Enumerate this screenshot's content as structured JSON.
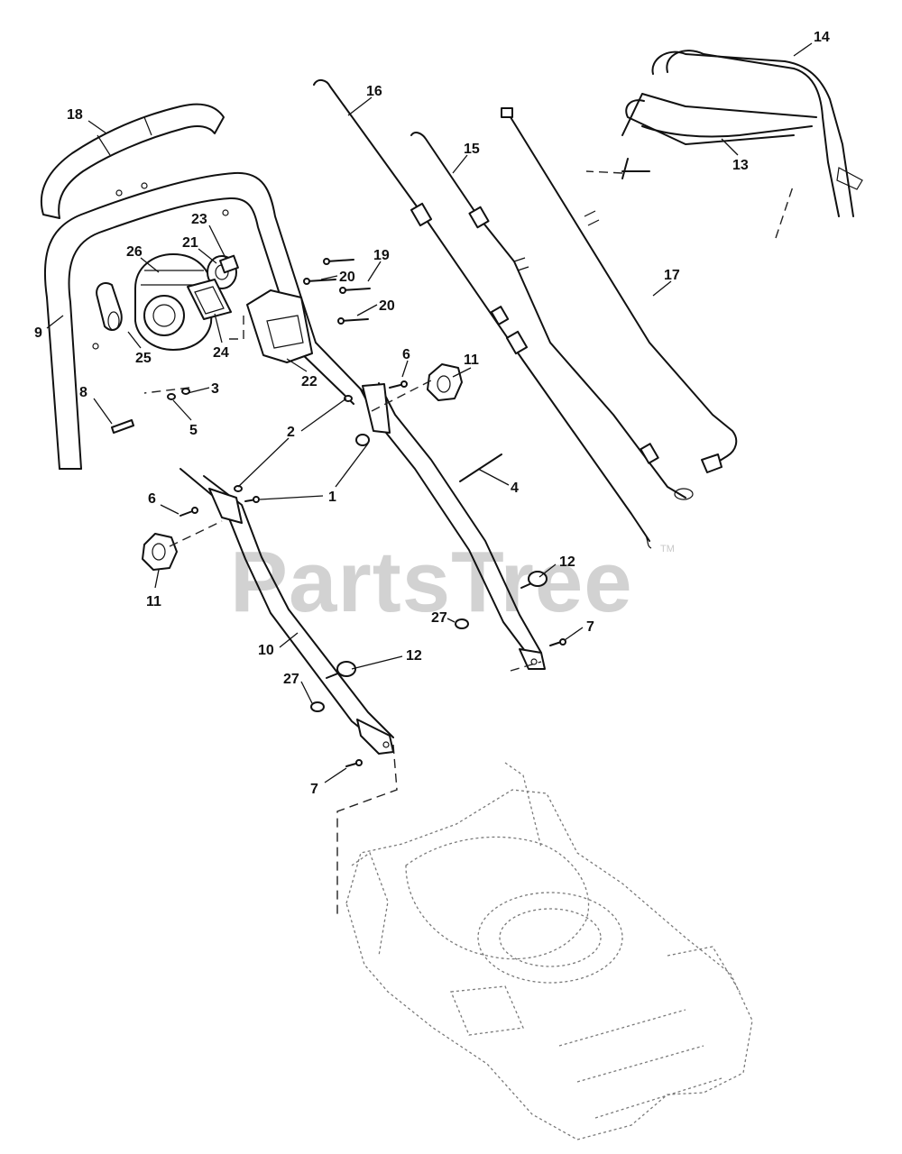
{
  "watermark": {
    "text": "PartsTree",
    "tm": "TM"
  },
  "callouts": [
    {
      "id": "c18",
      "label": "18",
      "part": "handle-grip"
    },
    {
      "id": "c16",
      "label": "16",
      "part": "control-cable"
    },
    {
      "id": "c15",
      "label": "15",
      "part": "drive-cable"
    },
    {
      "id": "c14",
      "label": "14",
      "part": "bail-handle"
    },
    {
      "id": "c13",
      "label": "13",
      "part": "wire-harness"
    },
    {
      "id": "c23",
      "label": "23",
      "part": "switch"
    },
    {
      "id": "c21",
      "label": "21",
      "part": "control-knob"
    },
    {
      "id": "c26",
      "label": "26",
      "part": "control-housing"
    },
    {
      "id": "c19",
      "label": "19",
      "part": "screw"
    },
    {
      "id": "c20a",
      "label": "20",
      "part": "screw"
    },
    {
      "id": "c20b",
      "label": "20",
      "part": "screw"
    },
    {
      "id": "c17",
      "label": "17",
      "part": "throttle-cable"
    },
    {
      "id": "c9",
      "label": "9",
      "part": "upper-handle"
    },
    {
      "id": "c25",
      "label": "25",
      "part": "cable-clip"
    },
    {
      "id": "c24",
      "label": "24",
      "part": "bracket"
    },
    {
      "id": "c22",
      "label": "22",
      "part": "control-box"
    },
    {
      "id": "c6a",
      "label": "6",
      "part": "bolt"
    },
    {
      "id": "c11a",
      "label": "11",
      "part": "handle-knob"
    },
    {
      "id": "c3",
      "label": "3",
      "part": "nut"
    },
    {
      "id": "c5",
      "label": "5",
      "part": "washer"
    },
    {
      "id": "c8",
      "label": "8",
      "part": "cable-tie"
    },
    {
      "id": "c2",
      "label": "2",
      "part": "nut"
    },
    {
      "id": "c1",
      "label": "1",
      "part": "bolt"
    },
    {
      "id": "c4",
      "label": "4",
      "part": "cable-tie"
    },
    {
      "id": "c6b",
      "label": "6",
      "part": "bolt"
    },
    {
      "id": "c11b",
      "label": "11",
      "part": "handle-knob"
    },
    {
      "id": "c12a",
      "label": "12",
      "part": "handle-bolt"
    },
    {
      "id": "c27a",
      "label": "27",
      "part": "washer"
    },
    {
      "id": "c7a",
      "label": "7",
      "part": "screw"
    },
    {
      "id": "c10",
      "label": "10",
      "part": "lower-handle"
    },
    {
      "id": "c12b",
      "label": "12",
      "part": "handle-bolt"
    },
    {
      "id": "c27b",
      "label": "27",
      "part": "washer"
    },
    {
      "id": "c7b",
      "label": "7",
      "part": "screw"
    }
  ]
}
